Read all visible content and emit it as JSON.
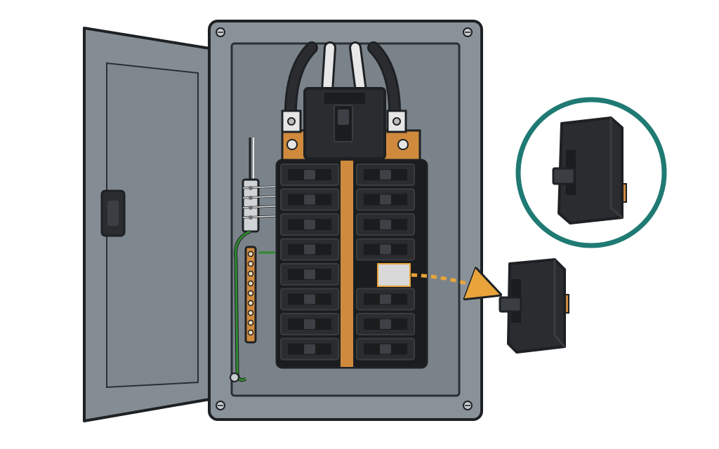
{
  "colors": {
    "background": "#ffffff",
    "panel_body": "#8a9299",
    "panel_inner": "#7b838a",
    "door": "#858d94",
    "door_inset": "#7f878e",
    "outline": "#1e2124",
    "breaker": "#2a2c2f",
    "breaker_dark": "#1b1c1e",
    "bus_bar": "#d08a3e",
    "ground_wire": "#2f8a2f",
    "neutral_wire": "#e8e8e8",
    "callout_ring": "#1f7a73",
    "arrow": "#e8a43a",
    "highlight_slot": "#d9d9d9"
  },
  "diagram": {
    "breaker_rows": 8,
    "breaker_columns": 2,
    "removed_breaker_position": {
      "column": "right",
      "row": 5
    },
    "icons": [
      "open-door",
      "main-breaker",
      "service-entrance-wires",
      "neutral-bar",
      "ground-bar",
      "breaker-module",
      "callout-circle",
      "dashed-arrow"
    ]
  }
}
